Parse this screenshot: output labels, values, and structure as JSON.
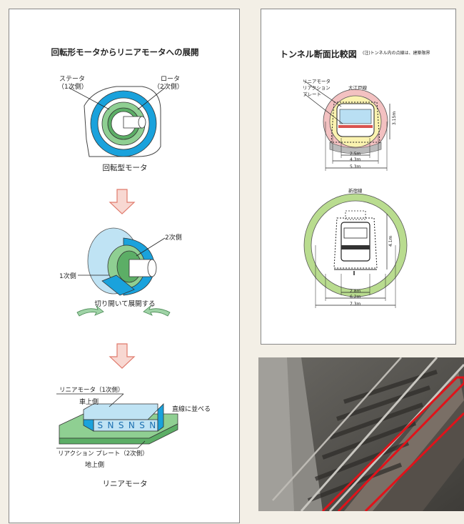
{
  "left": {
    "title": "回転形モータからリニアモータへの展開",
    "stator_label": "ステータ",
    "stator_sub": "（1次側）",
    "rotor_label": "ロータ",
    "rotor_sub": "（2次側）",
    "rotary_caption": "回転型モータ",
    "secondary_label": "2次側",
    "primary_label": "1次側",
    "cut_open_caption": "切り開いて展開する",
    "linear_motor_primary": "リニアモータ（1次側）",
    "car_side": "車上側",
    "arrange_straight": "直線に並べる",
    "magnet_letters": [
      "S",
      "N",
      "S",
      "N",
      "S",
      "N"
    ],
    "reaction_plate": "リアクション プレート（2次側）",
    "ground_side": "地上側",
    "linear_caption": "リニアモータ"
  },
  "right": {
    "title": "トンネル断面比較図",
    "note": "(注)トンネル内の点線は、建築限界",
    "linear_motor_label": "リニアモータ",
    "reaction_plate_label_1": "リアクション",
    "reaction_plate_label_2": "プレート",
    "oedo_line": "大江戸線",
    "oedo_height": "3.15m",
    "oedo_dims": [
      "2.5m",
      "4.3m",
      "5.3m"
    ],
    "shinjuku_line": "新宿線",
    "shinjuku_height": "4.1m",
    "shinjuku_dims": [
      "2.8m",
      "6.2m",
      "7.3m"
    ]
  },
  "colors": {
    "light_blue": "#bfe3f4",
    "blue": "#1aa2dc",
    "green": "#8fcf92",
    "pink": "#f3c1c1",
    "pale_yellow": "#fbf3b0",
    "ring_green": "#b9dc8f",
    "rail_red": "#e0131a"
  }
}
